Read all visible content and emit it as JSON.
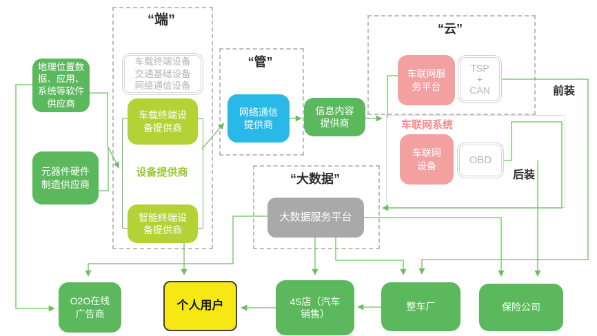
{
  "groups": {
    "duan": "“端”",
    "guan": "“管”",
    "yun": "“云”",
    "bigdata": "“大数据”"
  },
  "nodes": {
    "geo_supplier": "地理位置数\n据、应用、\n系统等软件\n供应商",
    "component_supplier": "元器件硬件\n制造供应商",
    "infra_devices": "车载终端设备\n交通基础设备\n网络通信设备",
    "vehicle_terminal_provider": "车载终端设\n备提供商",
    "smart_terminal_provider": "智能终端设\n备提供商",
    "network_comm_provider": "网络通信\n提供商",
    "info_content_provider": "信息内容\n提供商",
    "telematics_service_platform": "车联网服\n务平台",
    "tsp_can": "TSP\n+\nCAN",
    "telematics_device": "车联网\n设备",
    "obd": "OBD",
    "bigdata_platform": "大数据服务平台",
    "o2o_advertiser": "O2O在线\n广告商",
    "personal_user": "个人用户",
    "dealer_4s": "4S店（汽车\n销售）",
    "automaker": "整车厂",
    "insurance": "保险公司"
  },
  "labels": {
    "device_provider": "设备提供商",
    "telematics_system": "车联网系统",
    "front_install": "前装",
    "rear_install": "后装"
  },
  "colors": {
    "green_box": "#5cb85c",
    "lime_box": "#b2d235",
    "blue_box": "#29b9e8",
    "pink_box": "#f2a0a0",
    "gray_box": "#a9a9a9",
    "yellow_box": "#f6e813",
    "connector_green": "#6abf5e",
    "dashed_border": "#bdbdbd",
    "outline_box_text": "#b5b5b5"
  }
}
